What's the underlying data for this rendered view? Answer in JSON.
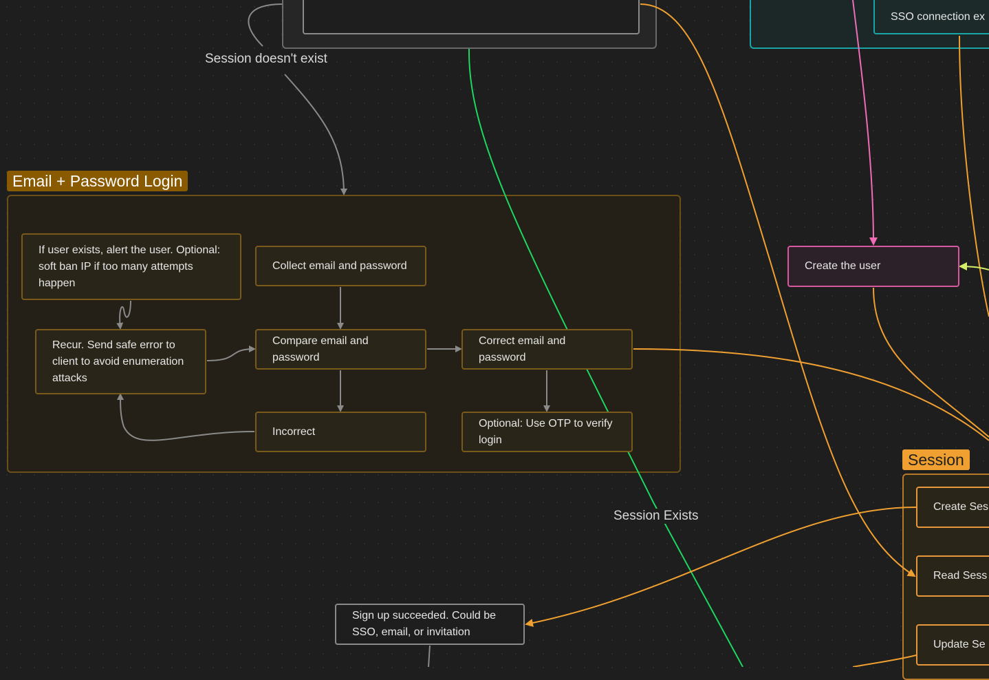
{
  "groups": {
    "email_password": {
      "label": "Email + Password Login"
    },
    "session": {
      "label": "Session"
    }
  },
  "nodes": {
    "top_node": "",
    "sso_exists": "SSO connection ex",
    "user_exists_alert": "If user exists, alert the user. Optional: soft ban IP if too many attempts happen",
    "collect_email": "Collect email and password",
    "recur_error": "Recur. Send safe error to client to avoid enumeration attacks",
    "compare_email": "Compare email and password",
    "correct_email": "Correct email and password",
    "incorrect": "Incorrect",
    "otp": "Optional: Use OTP to verify login",
    "create_user": "Create the user",
    "create_session": "Create Ses",
    "read_session": "Read Sess",
    "update_session": "Update Se",
    "signup_succeeded": "Sign up succeeded. Could be SSO, email, or invitation"
  },
  "edge_labels": {
    "session_doesnt_exist": "Session doesn't exist",
    "session_exists": "Session Exists"
  },
  "colors": {
    "background": "#1e1e1e",
    "orange_group_fill": "#241f17",
    "orange_group_border": "#6b4f16",
    "orange_label": "#8a5a00",
    "session_label": "#f0a030",
    "edge_gray": "#8a8a8a",
    "edge_orange": "#f0a030",
    "edge_green": "#1ed760",
    "edge_pink": "#f06cb6",
    "edge_lime": "#d4f06a",
    "teal": "#1aa6a6"
  }
}
